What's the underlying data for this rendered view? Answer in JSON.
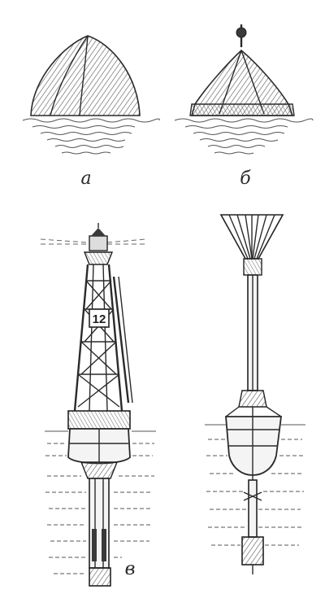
{
  "labels": {
    "a": "а",
    "b": "б",
    "v": "в"
  },
  "buoy_number": "12"
}
